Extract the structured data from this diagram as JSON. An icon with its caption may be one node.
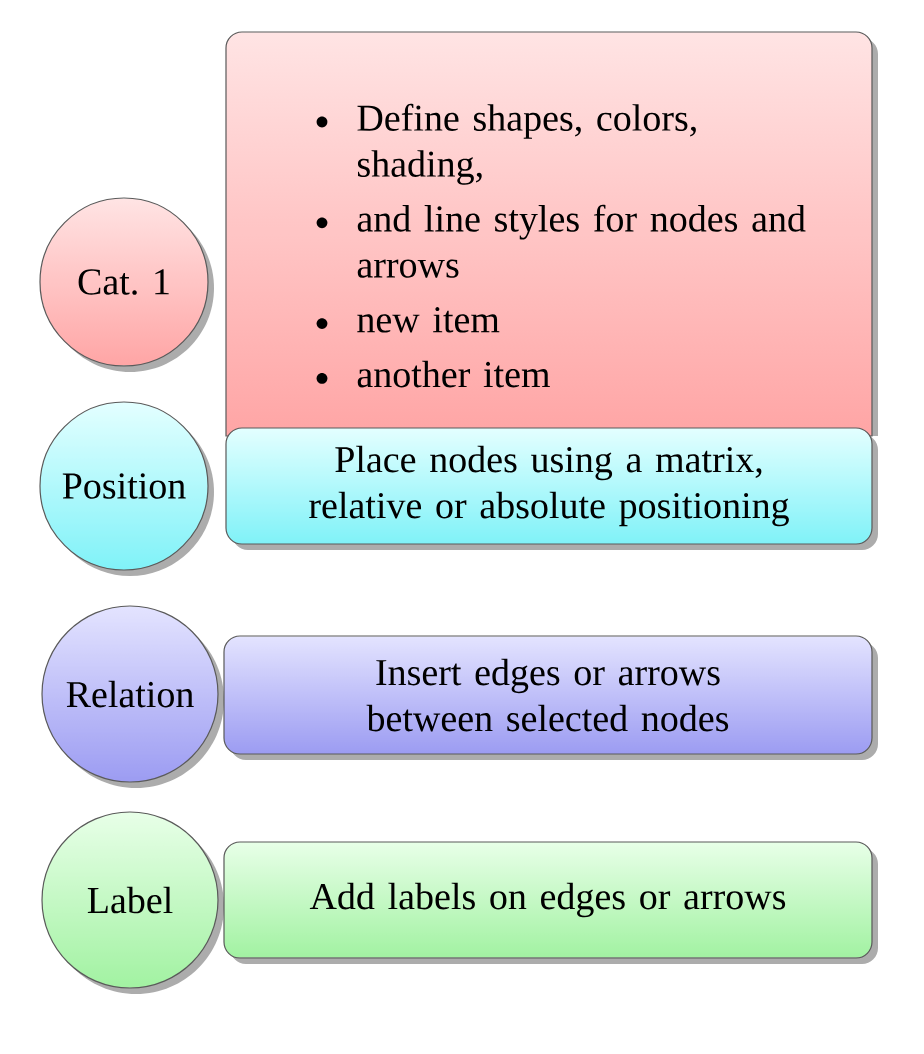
{
  "diagram": {
    "nodes": [
      {
        "text": [
          "Cat. 1"
        ]
      },
      {
        "text": [
          "Define shapes, colors, shading,",
          "and line styles for nodes and arrows",
          "new item",
          "another item"
        ]
      },
      {
        "text": [
          "Position"
        ]
      },
      {
        "text": [
          "Place nodes using a matrix, relative or absolute positioning"
        ]
      },
      {
        "text": [
          "Relation"
        ]
      },
      {
        "text": [
          "Insert edges or arrows between selected nodes"
        ]
      },
      {
        "text": [
          "Label"
        ]
      },
      {
        "text": [
          "Add labels on edges or arrows"
        ]
      }
    ]
  }
}
